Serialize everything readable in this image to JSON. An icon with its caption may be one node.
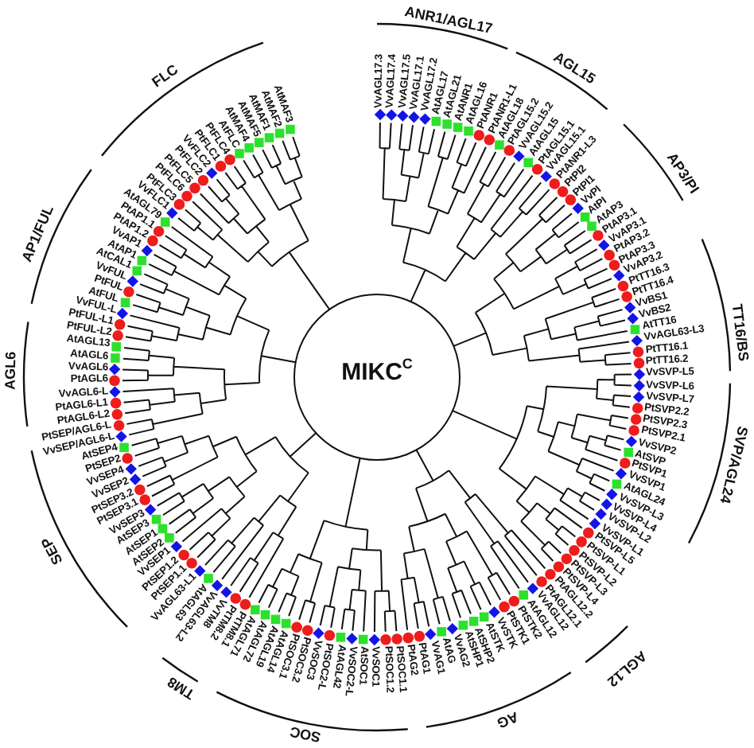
{
  "diagram": {
    "labels": [
      "AGL6",
      "AP1/FUL",
      "FLC",
      "ANR1/AGL17",
      "AGL15",
      "AP3/PI",
      "TT16/BS",
      "SEP",
      "TM8",
      "SOC",
      "AG",
      "AGL12",
      "SVP/AGL24",
      "VvAGL6",
      "AtAGL6",
      "AtAGL13",
      "PtFUL-L2",
      "PtFUL-L1",
      "VvFUL-L",
      "AtFUL",
      "PtFUL",
      "VvFUL",
      "AtCAL1",
      "AtAP1",
      "VvAP1",
      "PtAP1.2",
      "PtAP1.1",
      "AtAGL79",
      "VvFLC1",
      "PtFLC3",
      "PtFLC6",
      "PtFLC5",
      "PtFLC2",
      "VvFLC2",
      "PtFLC1",
      "PtFLC4",
      "AtFLC",
      "AtMAF4",
      "AtMAF5",
      "AtMAF1",
      "AtMAF2",
      "AtMAF3",
      "VvAGL17.3",
      "VvAGL17.4",
      "VvAGL17.5",
      "VvAGL17.1",
      "VvAGL17.2",
      "AtAGL17",
      "AtAGL21",
      "AtANR1",
      "AtAGL16",
      "PtANR1",
      "PtANR1-L1",
      "AtAGL18",
      "PtAGL15.2",
      "VvAGL15.2",
      "AtAGL15",
      "PtAGL15.1",
      "VvAGL15.1",
      "PtANR1-L3",
      "PtPI2",
      "PtPI1",
      "VvPI",
      "AtPI",
      "AtAP3",
      "PtAP3.1",
      "VvAP3.1",
      "PtAP3.2",
      "PtAP3.3",
      "VvAP3.2",
      "PtTT16.3",
      "PtTT16.4",
      "VvBS1",
      "VvBS2",
      "AtTT16",
      "VvAGL63-L3",
      "PtTT16.1",
      "PtTT16.2",
      "VvSVP-L5",
      "PtAGL6",
      "VvAGL6-L",
      "PtAGL6-L1",
      "PtAGL6-L2",
      "PtSEP/AGL6-L",
      "VvSEP/AGL6-L",
      "AtSEP4",
      "PtSEP2",
      "VvSEP4",
      "VvSEP2",
      "PtSEP3.2",
      "PtSEP3.1",
      "VvSEP3",
      "AtSEP3",
      "AtSEP1",
      "AtSEP2",
      "VvSEP1",
      "PtSEP1.2",
      "PtSEP1.1",
      "VvAGL63-L1",
      "AtAGL63",
      "VvAGL63-L2",
      "VvTM8",
      "PtTM8.2",
      "PtTM8.1",
      "AtAGL71",
      "AtAGL72",
      "AtAGL19",
      "AtAGL14",
      "PtSOC3.1",
      "PtSOC3.2",
      "VvSOC3",
      "PtSOC2-L",
      "AtAGL42",
      "VvSOC2-L",
      "AtSOC1",
      "VvSOC1",
      "PtSOC1.2",
      "PtSOC1.1",
      "PtAG2",
      "PtAG1",
      "VvAG1",
      "AtAG",
      "VvAG2",
      "AtSHP1",
      "AtSHP2",
      "AtSTK",
      "VvSTK",
      "PtSTK1",
      "PtSTK2",
      "AtAGL12",
      "VvAGL12",
      "PtAGL12.1",
      "PtAGL12.2",
      "PtSVP-L4",
      "PtSVP-L3",
      "PtSVP-L2",
      "PtSVP-L1",
      "PtSVP-L5",
      "VvSVP-L1",
      "VvSVP-L2",
      "VvSVP-L4",
      "VvSVP-L3",
      "AtAGL24",
      "VvSVP1",
      "PtSVP1",
      "AtSVP",
      "VvSVP2",
      "PtSVP2.1",
      "PtSVP2.3",
      "PtSVP2.2",
      "VvSVP-L7",
      "VvSVP-L6",
      "MIKC$^{C}$"
    ]
  }
}
